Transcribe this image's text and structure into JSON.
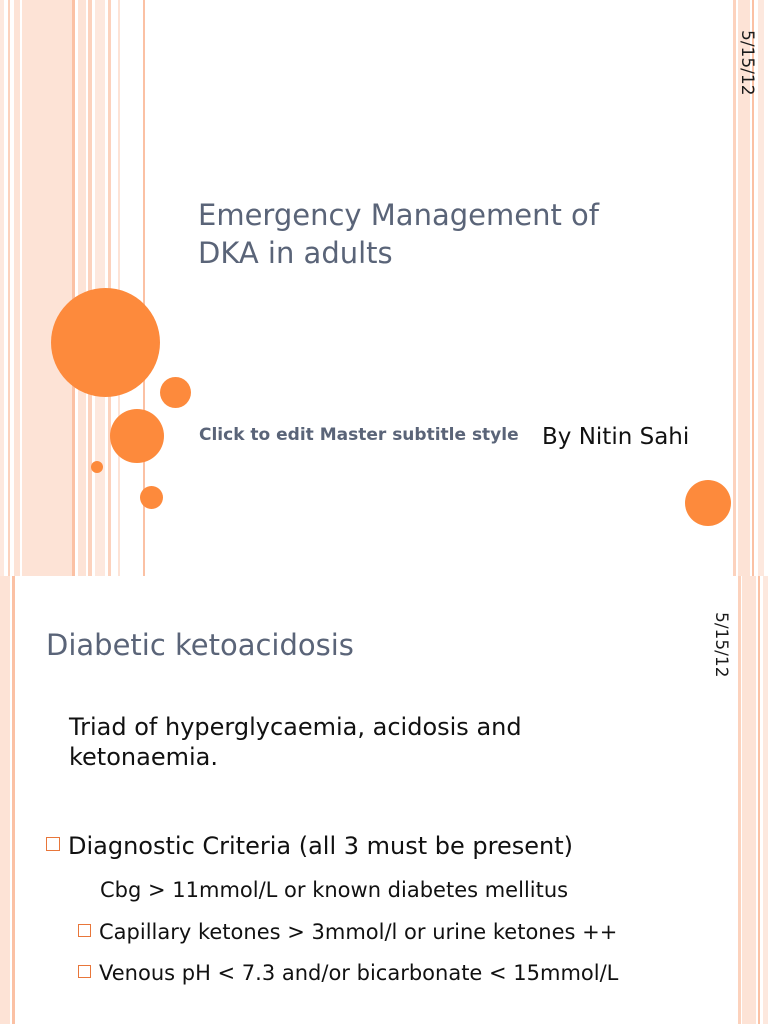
{
  "slide1": {
    "date": "5/15/12",
    "title": "Emergency Management of DKA in adults",
    "subtitle_placeholder": "Click to edit Master subtitle style",
    "author": "By Nitin Sahi"
  },
  "slide2": {
    "date": "5/15/12",
    "title": "Diabetic ketoacidosis",
    "intro": "Triad of hyperglycaemia, acidosis and ketonaemia.",
    "criteria_heading": "Diagnostic Criteria (all 3 must be present)",
    "criteria": [
      "Cbg > 11mmol/L or known diabetes mellitus",
      "Capillary ketones > 3mmol/l or urine ketones ++",
      "Venous pH < 7.3 and/or bicarbonate < 15mmol/L"
    ]
  },
  "theme": {
    "accent": "#fd8a3c",
    "stripe_light": "#fde3d6",
    "stripe_mid": "#fbcab3",
    "title_color": "#5a6478"
  }
}
